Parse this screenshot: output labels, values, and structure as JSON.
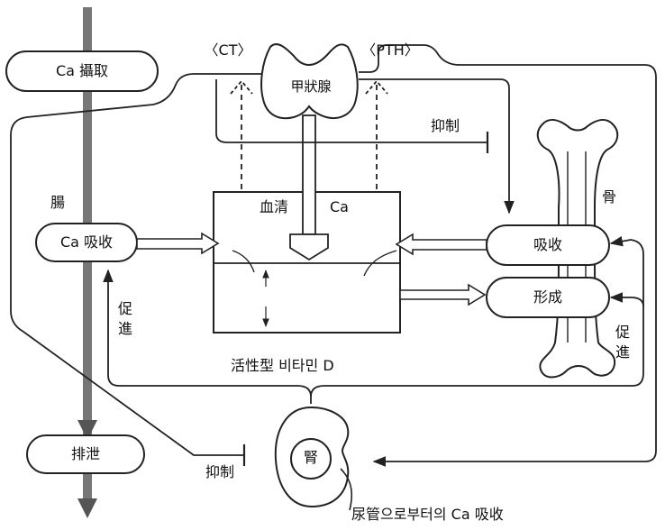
{
  "nodes": {
    "intake": "Ca 攝取",
    "excretion": "排泄",
    "intestine": "腸",
    "intestine_absorption": "Ca 吸收",
    "thyroid": "甲狀腺",
    "calcitonin": "〈CT〉",
    "pth": "〈PTH〉",
    "serum": "血清",
    "serum_ca": "Ca",
    "bone": "骨",
    "bone_resorption": "吸收",
    "bone_formation": "形成",
    "kidney": "腎"
  },
  "labels": {
    "inhibit_top": "抑制",
    "inhibit_bottom": "抑制",
    "promote_left": "促進",
    "promote_right": "促進",
    "active_vitamin_d": "活性型 비타민 D",
    "tubular_reabsorption": "尿管으로부터의 Ca 吸收"
  }
}
